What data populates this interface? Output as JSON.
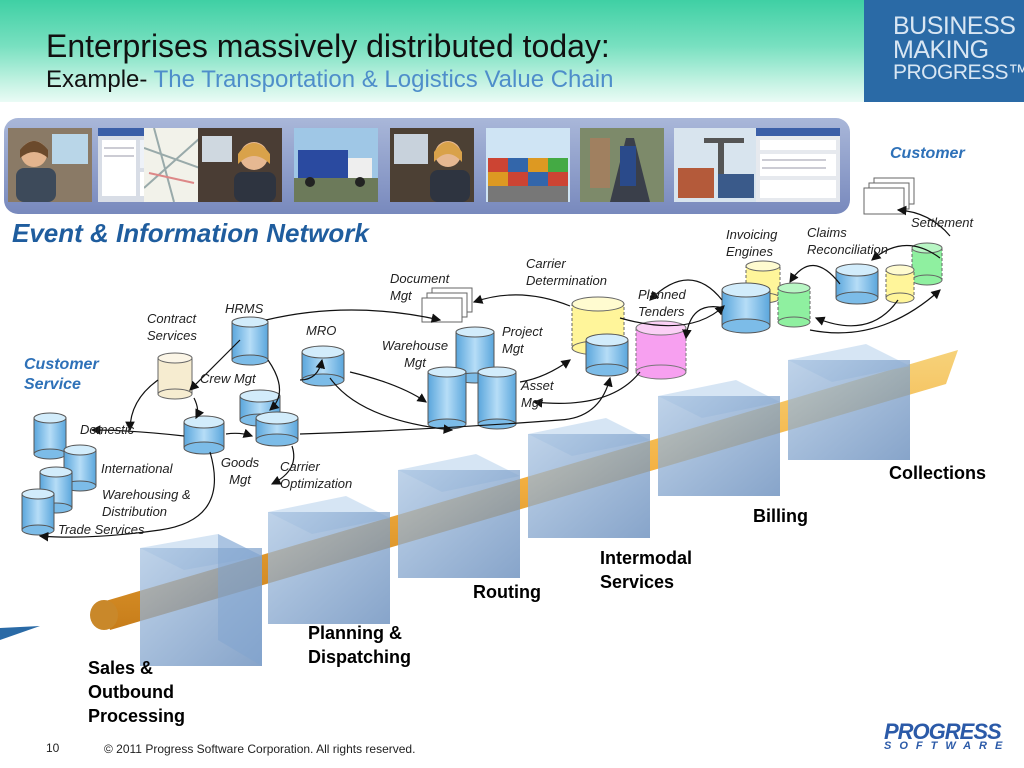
{
  "header": {
    "title": "Enterprises massively distributed today:",
    "subtitle_prefix": "Example-",
    "subtitle_rest": "The Transportation & Logistics Value Chain",
    "brand": [
      "BUSINESS",
      "MAKING",
      "PROGRESS™"
    ]
  },
  "photos": [
    "call-center-agent",
    "software-screen",
    "map-screen",
    "call-center-agent",
    "truck",
    "call-center-agent",
    "shipping-containers",
    "freight-train",
    "container-yard",
    "software-screen"
  ],
  "network_title": "Event & Information Network",
  "customer_heading": "Customer",
  "customer_service": "Customer Service",
  "systems": {
    "settlement": "Settlement",
    "claims": "Claims Reconciliation",
    "invoicing": "Invoicing Engines",
    "carrier_determination": "Carrier Determination",
    "planned_tenders": "Planned Tenders",
    "document_mgt": "Document Mgt",
    "hrms": "HRMS",
    "contract_services": "Contract Services",
    "mro": "MRO",
    "warehouse_mgt": "Warehouse Mgt",
    "project_mgt": "Project Mgt",
    "asset_mgt": "Asset Mgt",
    "crew_mgt": "Crew Mgt",
    "domestic": "Domestic",
    "international": "International",
    "warehousing": "Warehousing & Distribution",
    "trade_services": "Trade Services",
    "goods_mgt": "Goods Mgt",
    "carrier_optimization": "Carrier Optimization"
  },
  "stages": {
    "sales": "Sales & Outbound Processing",
    "planning": "Planning & Dispatching",
    "routing": "Routing",
    "intermodal": "Intermodal Services",
    "billing": "Billing",
    "collections": "Collections"
  },
  "footer": {
    "page_number": "10",
    "copyright": "© 2011 Progress Software Corporation. All rights reserved.",
    "logo_top": "PROGRESS",
    "logo_bottom": "SOFTWARE"
  },
  "colors": {
    "header_teal": "#3fd0a4",
    "brand_blue": "#2a6aa6",
    "title_blue": "#1f5d9e",
    "subtitle_blue": "#4e8eca",
    "cylinder_blue": "#8cc8f2",
    "cylinder_yellow": "#fff59a",
    "cylinder_green": "#8ff0a0",
    "cylinder_pink": "#f7a0f0",
    "cylinder_cream": "#f6ecd0",
    "pipe_orange": "#f0a830",
    "cube_blue": "#6f97c6"
  }
}
